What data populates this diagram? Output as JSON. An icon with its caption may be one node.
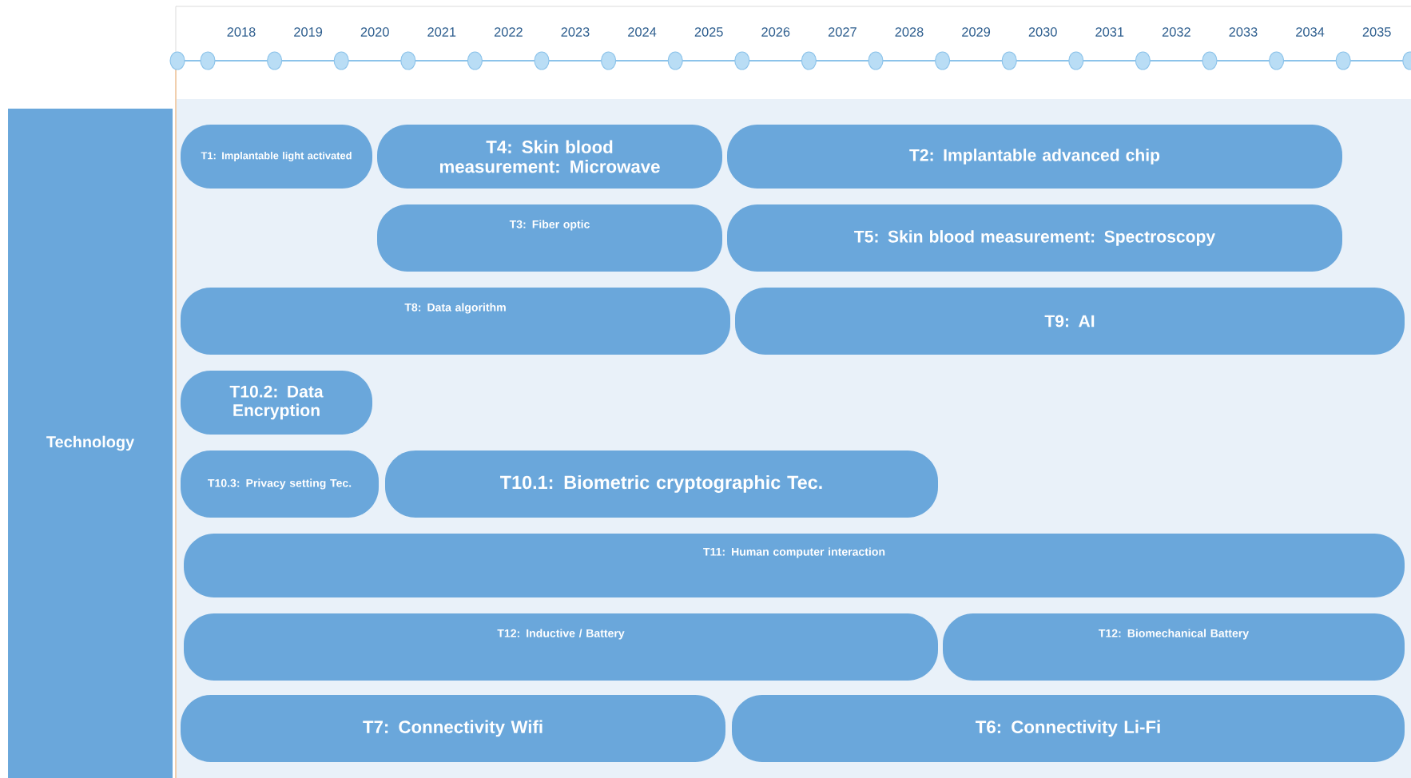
{
  "diagram": {
    "nodes": [
      {
        "text": [
          "Technology"
        ]
      },
      {
        "text": [
          "T1: Implantable light activated"
        ]
      },
      {
        "text": [
          "T4: Skin blood measurement: Microwave"
        ]
      },
      {
        "text": [
          "T2: Implantable advanced chip"
        ]
      },
      {
        "text": [
          "T3: Fiber optic"
        ]
      },
      {
        "text": [
          "T5: Skin blood measurement: Spectroscopy"
        ]
      },
      {
        "text": [
          "T8: Data algorithm"
        ]
      },
      {
        "text": [
          "T9: AI"
        ]
      },
      {
        "text": [
          "T10.2: Data Encryption"
        ]
      },
      {
        "text": [
          "T10.3: Privacy setting Tec."
        ]
      },
      {
        "text": [
          "T10.1: Biometric cryptographic Tec."
        ]
      },
      {
        "text": [
          "T11: Human computer interaction"
        ]
      },
      {
        "text": [
          "T12: Inductive / Battery"
        ]
      },
      {
        "text": [
          "T12: Biomechanical Battery"
        ]
      },
      {
        "text": [
          "T7: Connectivity Wifi"
        ]
      },
      {
        "text": [
          "T6: Connectivity Li-Fi"
        ]
      }
    ],
    "labels": [
      "2018",
      "2019",
      "2020",
      "2021",
      "2022",
      "2023",
      "2024",
      "2025",
      "2026",
      "2027",
      "2028",
      "2029",
      "2030",
      "2031",
      "2032",
      "2033",
      "2034",
      "2035"
    ]
  }
}
